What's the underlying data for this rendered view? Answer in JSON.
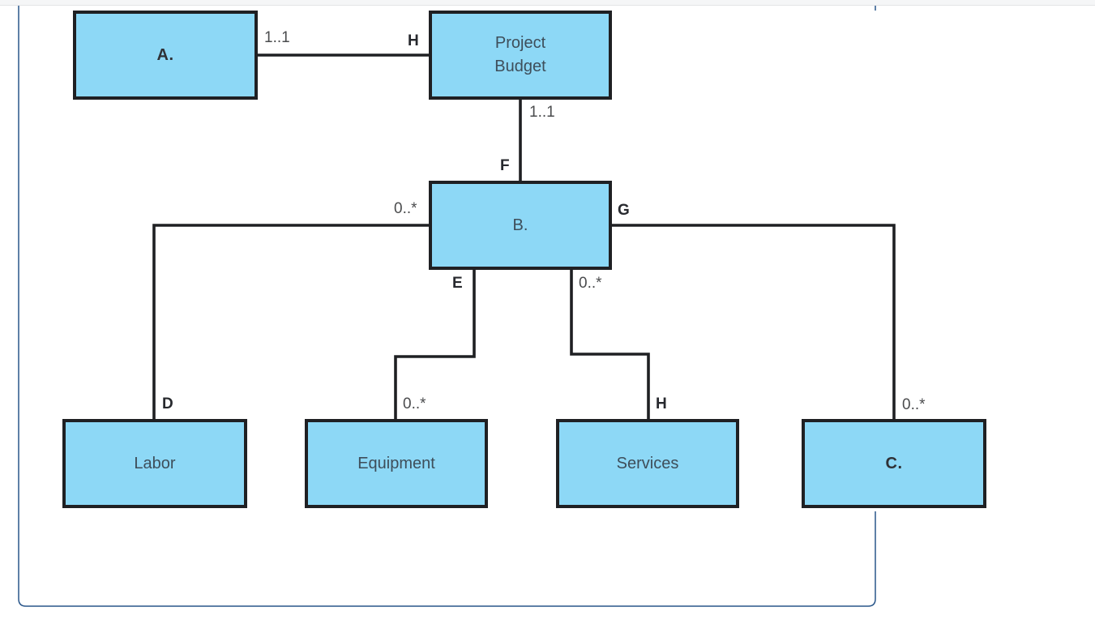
{
  "colors": {
    "box_fill": "#8dd8f6",
    "box_border": "#1f2023",
    "connector": "#1f2023",
    "page_border": "#29568a",
    "entity_text": "#3e4e5a",
    "entity_text_bold": "#2f3136",
    "mult_text": "#4b4c4e",
    "role_text": "#27292e"
  },
  "entities": {
    "a": {
      "label": "A."
    },
    "project_budget": {
      "label": "Project Budget"
    },
    "b": {
      "label": "B."
    },
    "labor": {
      "label": "Labor"
    },
    "equipment": {
      "label": "Equipment"
    },
    "services": {
      "label": "Services"
    },
    "c": {
      "label": "C."
    }
  },
  "labels": {
    "mult_a_pb": "1..1",
    "role_h_pb": "H",
    "mult_pb_b": "1..1",
    "role_f": "F",
    "mult_b_labor": "0..*",
    "role_g": "G",
    "role_e": "E",
    "mult_b_services": "0..*",
    "role_d": "D",
    "mult_equipment": "0..*",
    "role_h_services": "H",
    "mult_c": "0..*"
  }
}
